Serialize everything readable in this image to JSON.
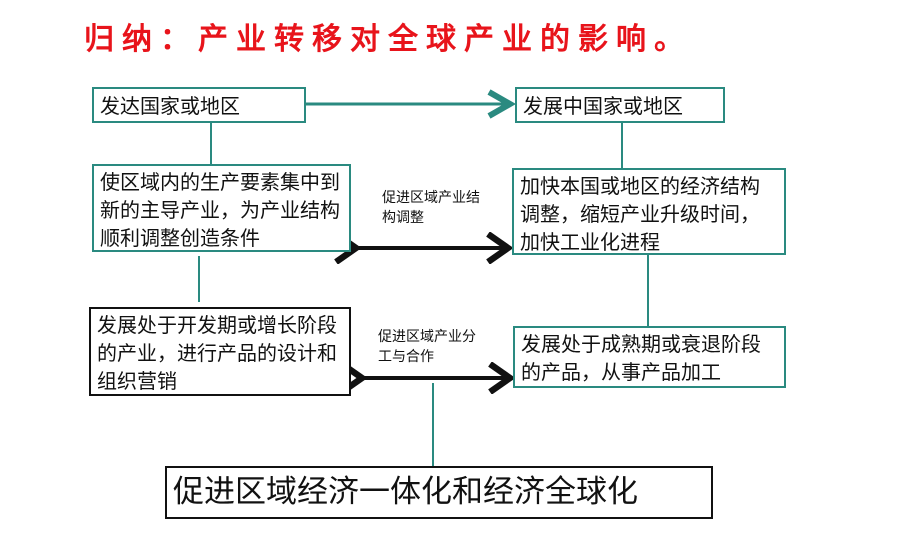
{
  "title": "归纳：产业转移对全球产业的影响。",
  "boxes": {
    "developed": "发达国家或地区",
    "developing": "发展中国家或地区",
    "developed_effect": "使区域内的生产要素集中到新的主导产业，为产业结构顺利调整创造条件",
    "developing_effect": "加快本国或地区的经济结构调整，缩短产业升级时间，加快工业化进程",
    "developed_stage": "发展处于开发期或增长阶段的产业，进行产品的设计和组织营销",
    "developing_stage": "发展处于成熟期或衰退阶段的产品，从事产品加工"
  },
  "labels": {
    "structure": "促进区域产业结构调整",
    "division": "促进区域产业分工与合作"
  },
  "conclusion": "促进区域经济一体化和经济全球化",
  "colors": {
    "title": "#e8141b",
    "connector": "#2a8a80",
    "arrow": "#111111"
  }
}
